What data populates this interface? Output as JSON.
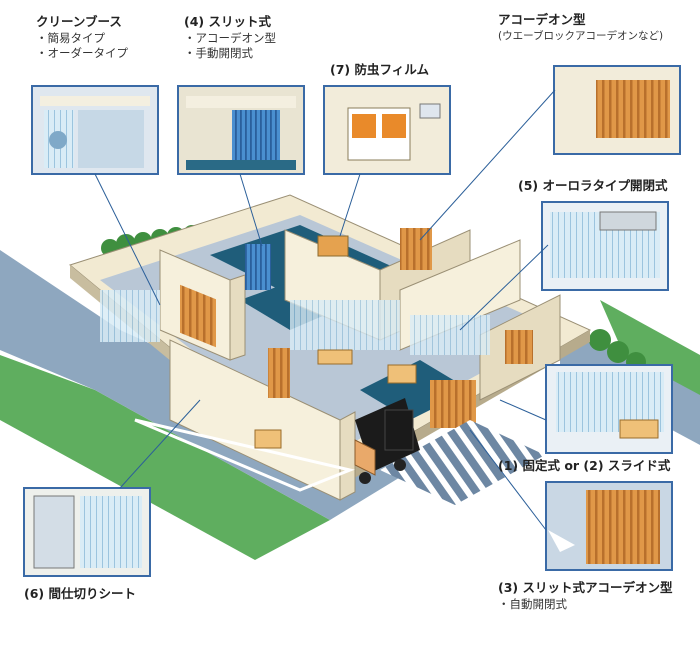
{
  "labels": {
    "clean_booth": {
      "title": "クリーンブース",
      "items": [
        "・簡易タイプ",
        "・オーダータイプ"
      ]
    },
    "slit": {
      "title": "(4) スリット式",
      "items": [
        "・アコーデオン型",
        "・手動開閉式"
      ]
    },
    "insect_film": {
      "title": "(7) 防虫フィルム"
    },
    "accordion": {
      "title": "アコーデオン型",
      "items": [
        "(ウエーブロックアコーデオンなど)"
      ]
    },
    "aurora": {
      "title": "(5) オーロラタイプ開閉式"
    },
    "fixed_slide": {
      "title": "(1) 固定式 or (2) スライド式"
    },
    "partition": {
      "title": "(6) 間仕切りシート"
    },
    "slit_accordion": {
      "title": "(3) スリット式アコーデオン型",
      "items": [
        "・自動開閉式"
      ]
    }
  },
  "colors": {
    "floor": "#b9c7d6",
    "floor_dark": "#1f5d7a",
    "wall_cream": "#f6f0dc",
    "wall_side": "#e6dcc0",
    "curtain_orange": "#d98a3a",
    "curtain_blue": "#3c7fc1",
    "grass": "#5aa45a",
    "frame_blue": "#3a6aa6",
    "leader": "#2b5f99"
  }
}
